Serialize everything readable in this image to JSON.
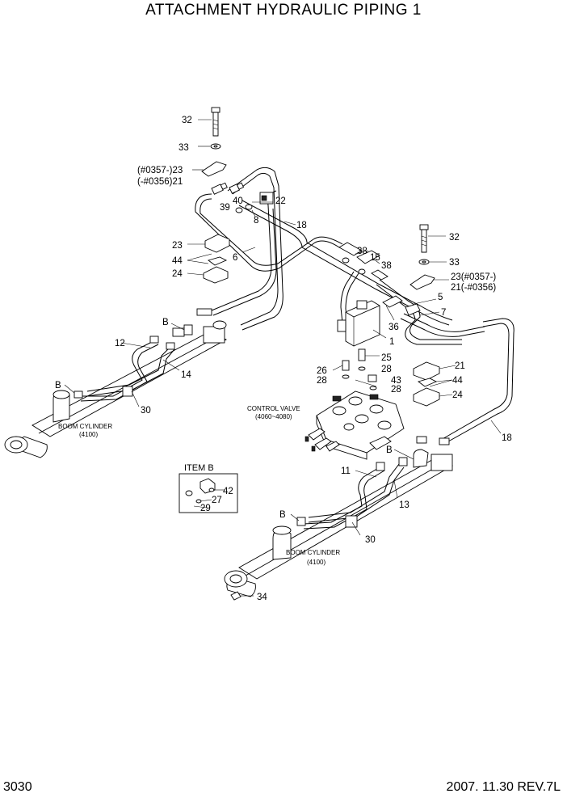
{
  "title": "ATTACHMENT HYDRAULIC PIPING 1",
  "page_number": "3030",
  "footer": "2007. 11.30  REV.7L",
  "components": {
    "control_valve": "CONTROL VALVE",
    "control_valve_range": "(4060~4080)",
    "boom_cylinder_left": "BOOM CYLINDER",
    "boom_cylinder_left_code": "(4100)",
    "boom_cylinder_right": "BOOM CYLINDER",
    "boom_cylinder_right_code": "(4100)",
    "item_b_title": "ITEM B"
  },
  "callouts": {
    "c32a": "32",
    "c33a": "33",
    "c23a": "(#0357-)23",
    "c21a": "(-#0356)21",
    "c40": "40",
    "c39": "39",
    "c8": "8",
    "c22": "22",
    "c18a": "18",
    "c23b": "23",
    "c44a": "44",
    "c24a": "24",
    "c6": "6",
    "c38a": "38",
    "c15": "15",
    "c38b": "38",
    "c32b": "32",
    "c33b": "33",
    "c23c": "23(#0357-)",
    "c21c": "21(-#0356)",
    "c5": "5",
    "c7": "7",
    "c36": "36",
    "c1": "1",
    "c25": "25",
    "c26": "26",
    "c28a": "28",
    "c28b": "28",
    "c43": "43",
    "c28c": "28",
    "c21b": "21",
    "c44b": "44",
    "c24b": "24",
    "c12": "12",
    "cBa": "B",
    "c14": "14",
    "cBb": "B",
    "c30a": "30",
    "c18b": "18",
    "cBc": "B",
    "c11": "11",
    "c13": "13",
    "cBd": "B",
    "c30b": "30",
    "c34": "34",
    "c42": "42",
    "c27": "27",
    "c29": "29"
  }
}
